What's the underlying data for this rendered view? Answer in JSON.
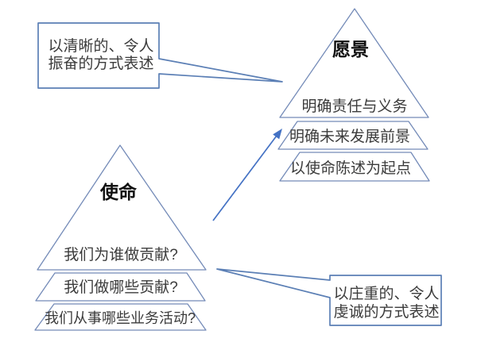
{
  "diagram": {
    "mission": {
      "title": "使命",
      "levels": [
        "我们为谁做贡献?",
        "我们做哪些贡献?",
        "我们从事哪些业务活动?"
      ]
    },
    "vision": {
      "title": "愿景",
      "levels": [
        "明确责任与义务",
        "明确未来发展前景",
        "以使命陈述为起点"
      ]
    },
    "vision_callout": {
      "line1": "以清晰的、令人",
      "line2": "振奋的方式表述"
    },
    "mission_callout": {
      "line1": "以庄重的、令人",
      "line2": "虔诚的方式表述"
    },
    "colors": {
      "canvas_bg": "#ffffff",
      "pyramid_outline": "#748bb8",
      "callout_border": "#5b7fb5",
      "arrow": "#4472c4",
      "body_text": "#3b3b3b",
      "title_text": "#111111"
    }
  }
}
